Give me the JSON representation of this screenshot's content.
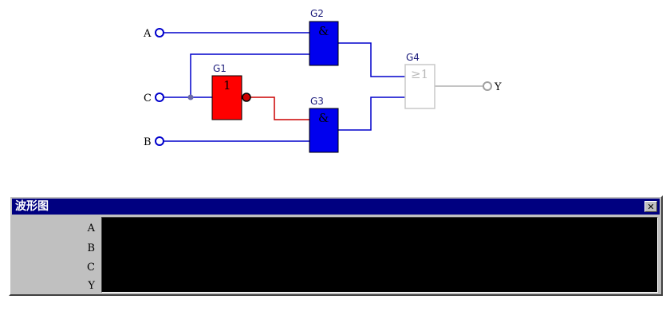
{
  "circuit": {
    "inputs": {
      "a": "A",
      "c": "C",
      "b": "B"
    },
    "output": "Y",
    "gates": {
      "g1": {
        "name": "G1",
        "symbol": "1"
      },
      "g2": {
        "name": "G2",
        "symbol": "&"
      },
      "g3": {
        "name": "G3",
        "symbol": "&"
      },
      "g4": {
        "name": "G4",
        "symbol": "≥1"
      }
    },
    "colors": {
      "wire": "#0000cc",
      "inverted_wire": "#cc0000",
      "and_gate": "#0000ee",
      "not_gate": "#ff0000",
      "or_gate_disabled": "#d0d0d0",
      "output_wire": "#b0b0b0"
    }
  },
  "waveform_panel": {
    "title": "波形图",
    "close_label": "✕",
    "signals": [
      "A",
      "B",
      "C",
      "Y"
    ],
    "colors": {
      "titlebar": "#000080",
      "display": "#000000"
    }
  }
}
